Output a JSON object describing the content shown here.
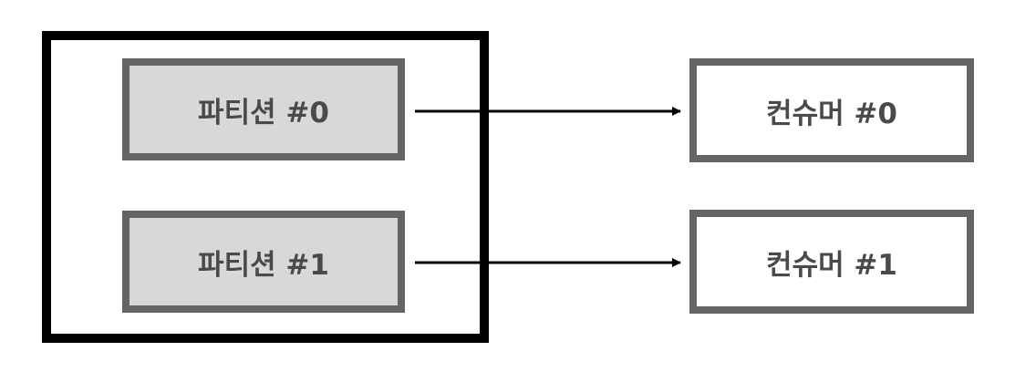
{
  "diagram": {
    "partitions": [
      {
        "label": "파티션 #0"
      },
      {
        "label": "파티션 #1"
      }
    ],
    "consumers": [
      {
        "label": "컨슈머 #0"
      },
      {
        "label": "컨슈머 #1"
      }
    ],
    "edges": [
      {
        "from": "파티션 #0",
        "to": "컨슈머 #0"
      },
      {
        "from": "파티션 #1",
        "to": "컨슈머 #1"
      }
    ],
    "colors": {
      "topic_border": "#000000",
      "box_border": "#646464",
      "partition_fill": "#d8d8d8",
      "consumer_fill": "#ffffff",
      "text": "#4a4a4a",
      "arrow": "#000000"
    }
  }
}
